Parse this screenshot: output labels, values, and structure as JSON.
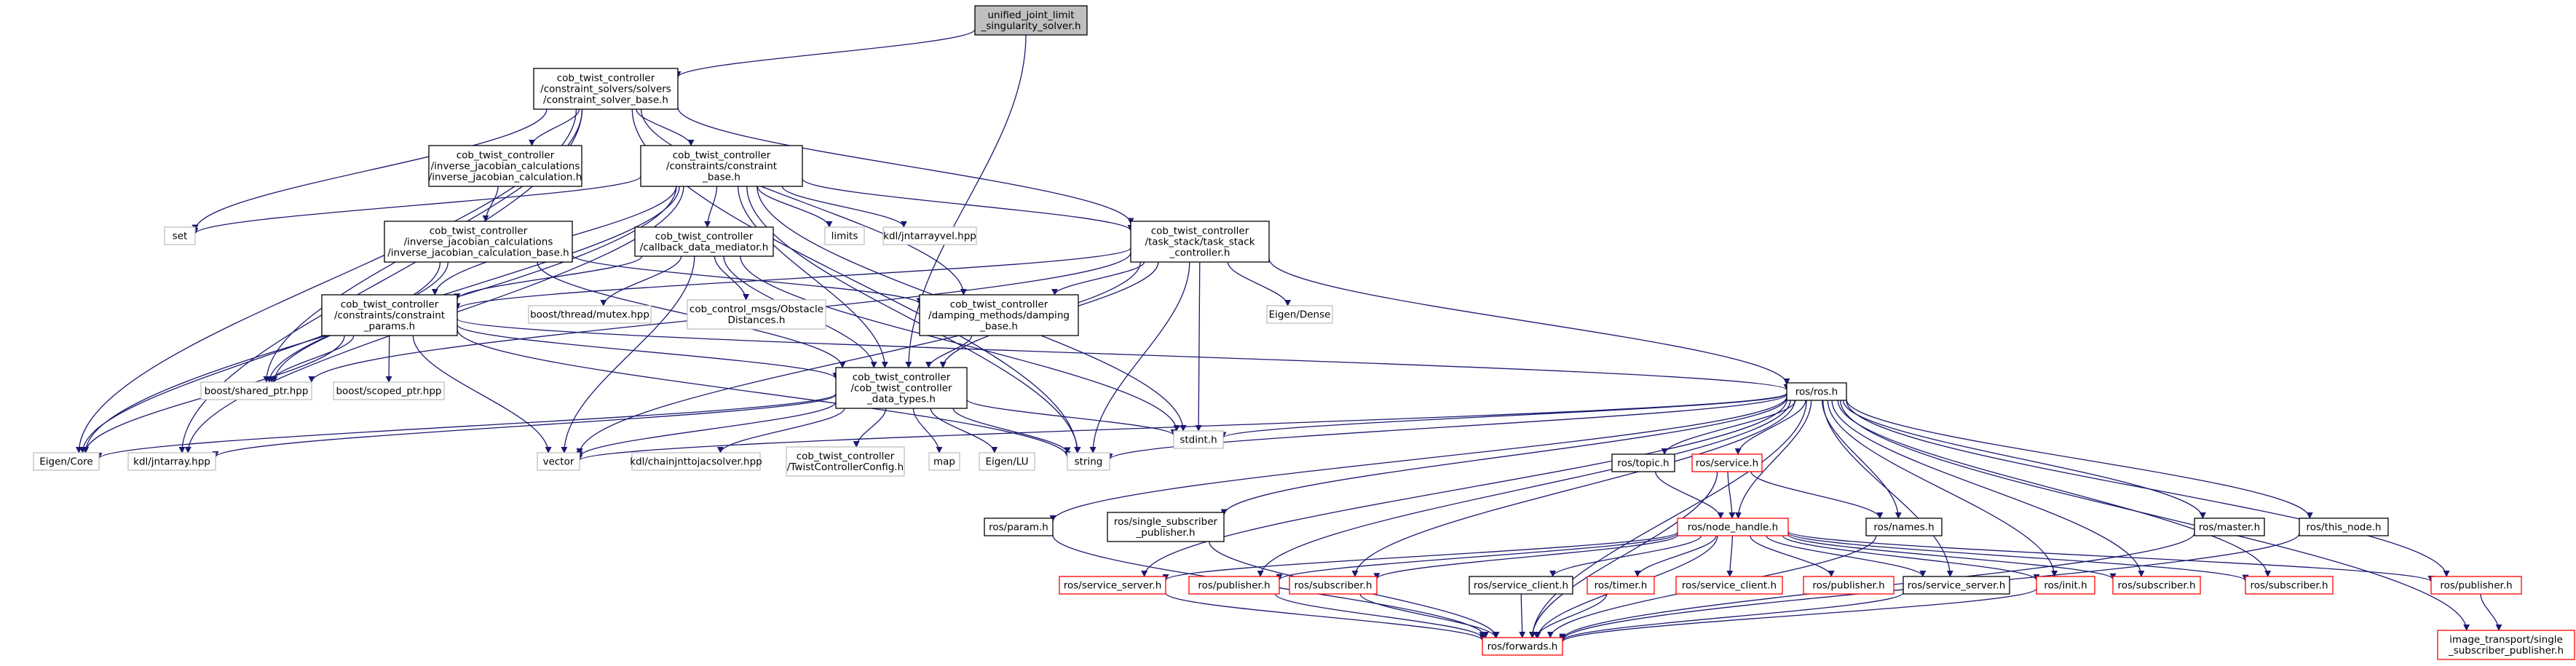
{
  "diagram": {
    "type": "include-dependency-graph",
    "colors": {
      "edge": "#191970",
      "root_fill": "#bfbfbf",
      "documented_border": "#000000",
      "external_border": "#bfbfbf",
      "unresolved_border": "#ff0000",
      "fill": "#ffffff"
    },
    "nodes": [
      {
        "id": "root",
        "lines": [
          "unified_joint_limit",
          "_singularity_solver.h"
        ],
        "style": "root"
      },
      {
        "id": "csb",
        "lines": [
          "cob_twist_controller",
          "/constraint_solvers/solvers",
          "/constraint_solver_base.h"
        ],
        "style": "documented"
      },
      {
        "id": "ijc",
        "lines": [
          "cob_twist_controller",
          "/inverse_jacobian_calculations",
          "/inverse_jacobian_calculation.h"
        ],
        "style": "documented"
      },
      {
        "id": "cb",
        "lines": [
          "cob_twist_controller",
          "/constraints/constraint",
          "_base.h"
        ],
        "style": "documented"
      },
      {
        "id": "ijcb",
        "lines": [
          "cob_twist_controller",
          "/inverse_jacobian_calculations",
          "/inverse_jacobian_calculation_base.h"
        ],
        "style": "documented"
      },
      {
        "id": "cdm",
        "lines": [
          "cob_twist_controller",
          "/callback_data_mediator.h"
        ],
        "style": "documented"
      },
      {
        "id": "tsc",
        "lines": [
          "cob_twist_controller",
          "/task_stack/task_stack",
          "_controller.h"
        ],
        "style": "documented"
      },
      {
        "id": "cp",
        "lines": [
          "cob_twist_controller",
          "/constraints/constraint",
          "_params.h"
        ],
        "style": "documented"
      },
      {
        "id": "dmb",
        "lines": [
          "cob_twist_controller",
          "/damping_methods/damping",
          "_base.h"
        ],
        "style": "documented"
      },
      {
        "id": "dt",
        "lines": [
          "cob_twist_controller",
          "/cob_twist_controller",
          "_data_types.h"
        ],
        "style": "documented"
      },
      {
        "id": "set",
        "lines": [
          "set"
        ],
        "style": "external"
      },
      {
        "id": "limits",
        "lines": [
          "limits"
        ],
        "style": "external"
      },
      {
        "id": "jav",
        "lines": [
          "kdl/jntarrayvel.hpp"
        ],
        "style": "external"
      },
      {
        "id": "mutex",
        "lines": [
          "boost/thread/mutex.hpp"
        ],
        "style": "external"
      },
      {
        "id": "obst",
        "lines": [
          "cob_control_msgs/Obstacle",
          "Distances.h"
        ],
        "style": "external"
      },
      {
        "id": "dense",
        "lines": [
          "Eigen/Dense"
        ],
        "style": "external"
      },
      {
        "id": "shptr",
        "lines": [
          "boost/shared_ptr.hpp"
        ],
        "style": "external"
      },
      {
        "id": "scptr",
        "lines": [
          "boost/scoped_ptr.hpp"
        ],
        "style": "external"
      },
      {
        "id": "core",
        "lines": [
          "Eigen/Core"
        ],
        "style": "external"
      },
      {
        "id": "ja",
        "lines": [
          "kdl/jntarray.hpp"
        ],
        "style": "external"
      },
      {
        "id": "vector",
        "lines": [
          "vector"
        ],
        "style": "external"
      },
      {
        "id": "chain",
        "lines": [
          "kdl/chainjnttojacsolver.hpp"
        ],
        "style": "external"
      },
      {
        "id": "tcc",
        "lines": [
          "cob_twist_controller",
          "/TwistControllerConfig.h"
        ],
        "style": "external"
      },
      {
        "id": "map",
        "lines": [
          "map"
        ],
        "style": "external"
      },
      {
        "id": "lu",
        "lines": [
          "Eigen/LU"
        ],
        "style": "external"
      },
      {
        "id": "string",
        "lines": [
          "string"
        ],
        "style": "external"
      },
      {
        "id": "stdint",
        "lines": [
          "stdint.h"
        ],
        "style": "external"
      },
      {
        "id": "ros",
        "lines": [
          "ros/ros.h"
        ],
        "style": "documented"
      },
      {
        "id": "topic",
        "lines": [
          "ros/topic.h"
        ],
        "style": "documented"
      },
      {
        "id": "service",
        "lines": [
          "ros/service.h"
        ],
        "style": "unresolved"
      },
      {
        "id": "nh",
        "lines": [
          "ros/node_handle.h"
        ],
        "style": "unresolved"
      },
      {
        "id": "names",
        "lines": [
          "ros/names.h"
        ],
        "style": "documented"
      },
      {
        "id": "param",
        "lines": [
          "ros/param.h"
        ],
        "style": "documented"
      },
      {
        "id": "ssp",
        "lines": [
          "ros/single_subscriber",
          "_publisher.h"
        ],
        "style": "documented"
      },
      {
        "id": "master",
        "lines": [
          "ros/master.h"
        ],
        "style": "documented"
      },
      {
        "id": "thisnode",
        "lines": [
          "ros/this_node.h"
        ],
        "style": "documented"
      },
      {
        "id": "ss1",
        "lines": [
          "ros/service_server.h"
        ],
        "style": "unresolved"
      },
      {
        "id": "pub1",
        "lines": [
          "ros/publisher.h"
        ],
        "style": "unresolved"
      },
      {
        "id": "sub1",
        "lines": [
          "ros/subscriber.h"
        ],
        "style": "unresolved"
      },
      {
        "id": "sc1",
        "lines": [
          "ros/service_client.h"
        ],
        "style": "documented"
      },
      {
        "id": "timer",
        "lines": [
          "ros/timer.h"
        ],
        "style": "unresolved"
      },
      {
        "id": "sc2",
        "lines": [
          "ros/service_client.h"
        ],
        "style": "unresolved"
      },
      {
        "id": "pub2",
        "lines": [
          "ros/publisher.h"
        ],
        "style": "unresolved"
      },
      {
        "id": "ss2",
        "lines": [
          "ros/service_server.h"
        ],
        "style": "documented"
      },
      {
        "id": "init",
        "lines": [
          "ros/init.h"
        ],
        "style": "unresolved"
      },
      {
        "id": "sub2",
        "lines": [
          "ros/subscriber.h"
        ],
        "style": "unresolved"
      },
      {
        "id": "sub3",
        "lines": [
          "ros/subscriber.h"
        ],
        "style": "unresolved"
      },
      {
        "id": "pub3",
        "lines": [
          "ros/publisher.h"
        ],
        "style": "unresolved"
      },
      {
        "id": "fwd",
        "lines": [
          "ros/forwards.h"
        ],
        "style": "unresolved"
      },
      {
        "id": "itsp",
        "lines": [
          "image_transport/single",
          "_subscriber_publisher.h"
        ],
        "style": "unresolved"
      }
    ],
    "edges": [
      [
        "root",
        "csb"
      ],
      [
        "root",
        "dt"
      ],
      [
        "csb",
        "ijc"
      ],
      [
        "csb",
        "cb"
      ],
      [
        "csb",
        "tsc"
      ],
      [
        "csb",
        "dmb"
      ],
      [
        "csb",
        "set"
      ],
      [
        "csb",
        "shptr"
      ],
      [
        "csb",
        "core"
      ],
      [
        "csb",
        "ja"
      ],
      [
        "csb",
        "string"
      ],
      [
        "ijc",
        "ijcb"
      ],
      [
        "cb",
        "cdm"
      ],
      [
        "cb",
        "tsc"
      ],
      [
        "cb",
        "cp"
      ],
      [
        "cb",
        "dt"
      ],
      [
        "cb",
        "set"
      ],
      [
        "cb",
        "limits"
      ],
      [
        "cb",
        "jav"
      ],
      [
        "cb",
        "shptr"
      ],
      [
        "cb",
        "core"
      ],
      [
        "cb",
        "ja"
      ],
      [
        "cb",
        "string"
      ],
      [
        "cb",
        "stdint"
      ],
      [
        "ijcb",
        "dmb"
      ],
      [
        "ijcb",
        "dt"
      ],
      [
        "ijcb",
        "shptr"
      ],
      [
        "ijcb",
        "core"
      ],
      [
        "cdm",
        "cp"
      ],
      [
        "cdm",
        "dt"
      ],
      [
        "cdm",
        "mutex"
      ],
      [
        "cdm",
        "obst"
      ],
      [
        "cdm",
        "vector"
      ],
      [
        "cdm",
        "stdint"
      ],
      [
        "tsc",
        "cp"
      ],
      [
        "tsc",
        "dmb"
      ],
      [
        "tsc",
        "dt"
      ],
      [
        "tsc",
        "dense"
      ],
      [
        "tsc",
        "shptr"
      ],
      [
        "tsc",
        "ros"
      ],
      [
        "tsc",
        "string"
      ],
      [
        "tsc",
        "stdint"
      ],
      [
        "tsc",
        "vector"
      ],
      [
        "cp",
        "dt"
      ],
      [
        "cp",
        "shptr"
      ],
      [
        "cp",
        "scptr"
      ],
      [
        "cp",
        "core"
      ],
      [
        "cp",
        "vector"
      ],
      [
        "cp",
        "string"
      ],
      [
        "cp",
        "ros"
      ],
      [
        "dmb",
        "dt"
      ],
      [
        "dt",
        "core"
      ],
      [
        "dt",
        "ja"
      ],
      [
        "dt",
        "vector"
      ],
      [
        "dt",
        "chain"
      ],
      [
        "dt",
        "tcc"
      ],
      [
        "dt",
        "map"
      ],
      [
        "dt",
        "lu"
      ],
      [
        "dt",
        "string"
      ],
      [
        "dt",
        "stdint"
      ],
      [
        "ros",
        "vector"
      ],
      [
        "ros",
        "string"
      ],
      [
        "ros",
        "stdint"
      ],
      [
        "ros",
        "topic"
      ],
      [
        "ros",
        "service"
      ],
      [
        "ros",
        "nh"
      ],
      [
        "ros",
        "names"
      ],
      [
        "ros",
        "param"
      ],
      [
        "ros",
        "ssp"
      ],
      [
        "ros",
        "master"
      ],
      [
        "ros",
        "thisnode"
      ],
      [
        "ros",
        "ss1"
      ],
      [
        "ros",
        "pub1"
      ],
      [
        "ros",
        "sub1"
      ],
      [
        "ros",
        "ss2"
      ],
      [
        "ros",
        "init"
      ],
      [
        "ros",
        "sub2"
      ],
      [
        "ros",
        "sub3"
      ],
      [
        "ros",
        "pub3"
      ],
      [
        "ros",
        "fwd"
      ],
      [
        "ros",
        "itsp"
      ],
      [
        "topic",
        "nh"
      ],
      [
        "service",
        "nh"
      ],
      [
        "service",
        "names"
      ],
      [
        "service",
        "fwd"
      ],
      [
        "nh",
        "ss1"
      ],
      [
        "nh",
        "pub1"
      ],
      [
        "nh",
        "sub1"
      ],
      [
        "nh",
        "sc1"
      ],
      [
        "nh",
        "timer"
      ],
      [
        "nh",
        "sc2"
      ],
      [
        "nh",
        "pub2"
      ],
      [
        "nh",
        "ss2"
      ],
      [
        "nh",
        "init"
      ],
      [
        "nh",
        "sub2"
      ],
      [
        "nh",
        "sub3"
      ],
      [
        "nh",
        "pub3"
      ],
      [
        "nh",
        "fwd"
      ],
      [
        "names",
        "fwd"
      ],
      [
        "param",
        "fwd"
      ],
      [
        "ssp",
        "fwd"
      ],
      [
        "master",
        "fwd"
      ],
      [
        "thisnode",
        "fwd"
      ],
      [
        "ss1",
        "fwd"
      ],
      [
        "pub1",
        "fwd"
      ],
      [
        "sub1",
        "fwd"
      ],
      [
        "sc1",
        "fwd"
      ],
      [
        "timer",
        "fwd"
      ],
      [
        "ss2",
        "fwd"
      ],
      [
        "init",
        "fwd"
      ],
      [
        "pub3",
        "itsp"
      ]
    ]
  }
}
